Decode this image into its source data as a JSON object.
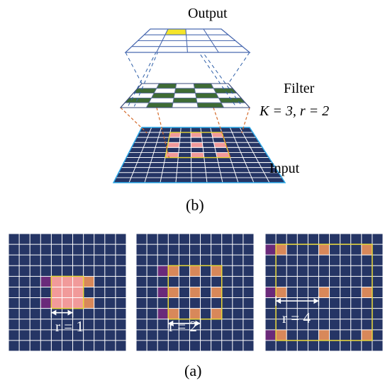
{
  "labels": {
    "output": "Output",
    "filter": "Filter",
    "filter_params": "K = 3, r = 2",
    "input": "Input",
    "panel_b": "(b)",
    "panel_a": "(a)"
  },
  "panels_a": [
    {
      "r_label": "r = 1"
    },
    {
      "r_label": "r = 2"
    },
    {
      "r_label": "r = 4"
    }
  ],
  "colors": {
    "grid_cell": "#253565",
    "grid_line": "#ffffff",
    "receptive_pink": "#f19a9a",
    "kernel_orange": "#d8885a",
    "kernel_purple": "#6a2a7a",
    "filter_green": "#3e6b34",
    "output_yellow": "#f5e52a",
    "frame_yellow": "#e8d838",
    "connector_blue": "#2e5fa8",
    "connector_orange": "#d46a2a",
    "input_border": "#2aa8e8"
  }
}
